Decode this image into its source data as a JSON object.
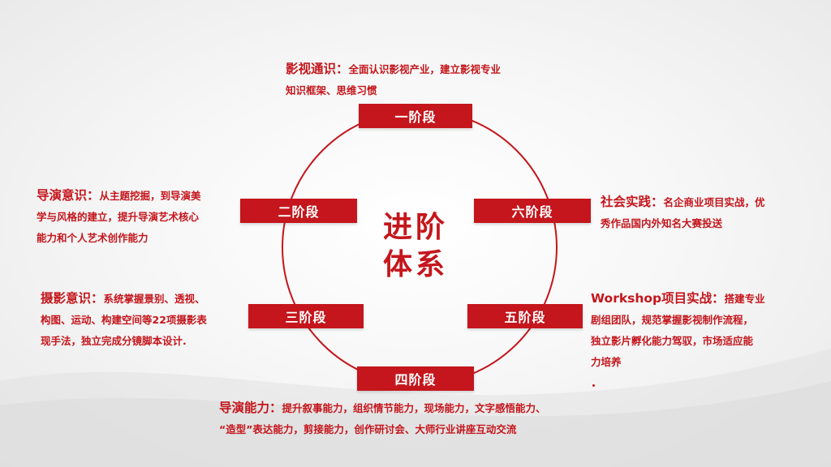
{
  "center": {
    "line1": "进阶",
    "line2": "体系"
  },
  "stages": {
    "s1": "一阶段",
    "s2": "二阶段",
    "s3": "三阶段",
    "s4": "四阶段",
    "s5": "五阶段",
    "s6": "六阶段"
  },
  "descriptions": {
    "film": {
      "head": "影视通识：",
      "body1": "全面认识影视产业，建立影视专业",
      "body2": "知识框架、思维习惯"
    },
    "director": {
      "head": "导演意识：",
      "body1": "从主题挖掘，到导演美",
      "body2": "学与风格的建立，提升导演艺术核心",
      "body3": "能力和个人艺术创作能力"
    },
    "camera": {
      "head": "摄影意识：",
      "body1": "系统掌握景别、透视、",
      "body2": "构图、运动、构建空间等22项摄影表",
      "body3": "现手法，独立完成分镜脚本设计."
    },
    "ability": {
      "head": "导演能力：",
      "body1": "提升叙事能力，组织情节能力，现场能力，文字感悟能力、",
      "body2": "“造型”表达能力，剪接能力，创作研讨会、大师行业讲座互动交流"
    },
    "workshop": {
      "head": "Workshop项目实战：",
      "body1": "搭建专业",
      "body2": "剧组团队，规范掌握影视制作流程，",
      "body3": "独立影片孵化能力驾驭，市场适应能",
      "body4": "力培养"
    },
    "social": {
      "head": "社会实践：",
      "body1": "名企商业项目实战，优",
      "body2": "秀作品国内外知名大赛投送"
    }
  },
  "colors": {
    "accent": "#c4161c",
    "background": "#f4f4f4"
  }
}
